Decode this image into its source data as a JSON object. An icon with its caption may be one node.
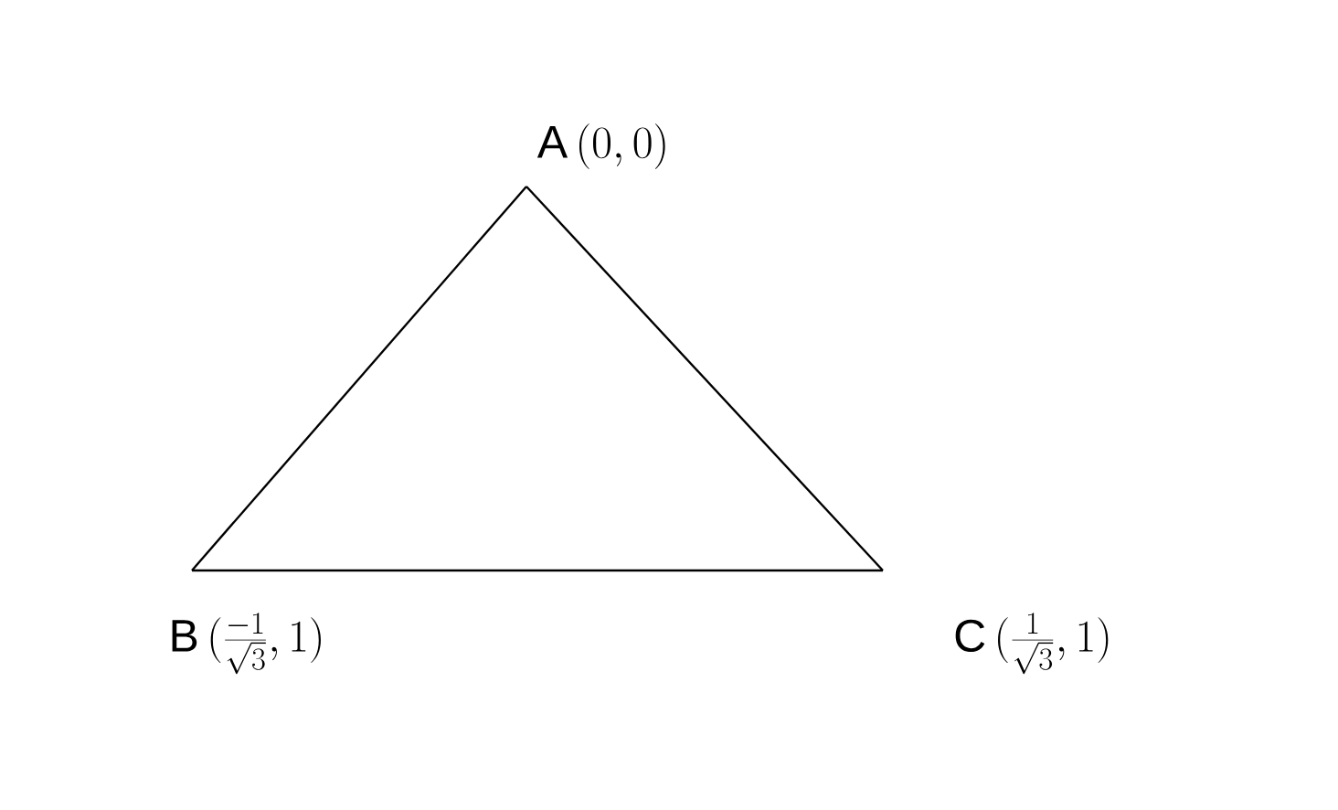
{
  "diagram": {
    "nodes": [
      {
        "text": [
          "A",
          "(0,0)"
        ]
      },
      {
        "text": [
          "B",
          "(\\frac{-1}{\\sqrt{3}},1)"
        ]
      },
      {
        "text": [
          "C",
          "(\\frac{1}{\\sqrt{3}},1)"
        ]
      }
    ],
    "edges": [
      {
        "from": 0,
        "to": 1,
        "arrow": "none"
      },
      {
        "from": 1,
        "to": 2,
        "arrow": "none"
      },
      {
        "from": 2,
        "to": 0,
        "arrow": "none"
      }
    ]
  }
}
